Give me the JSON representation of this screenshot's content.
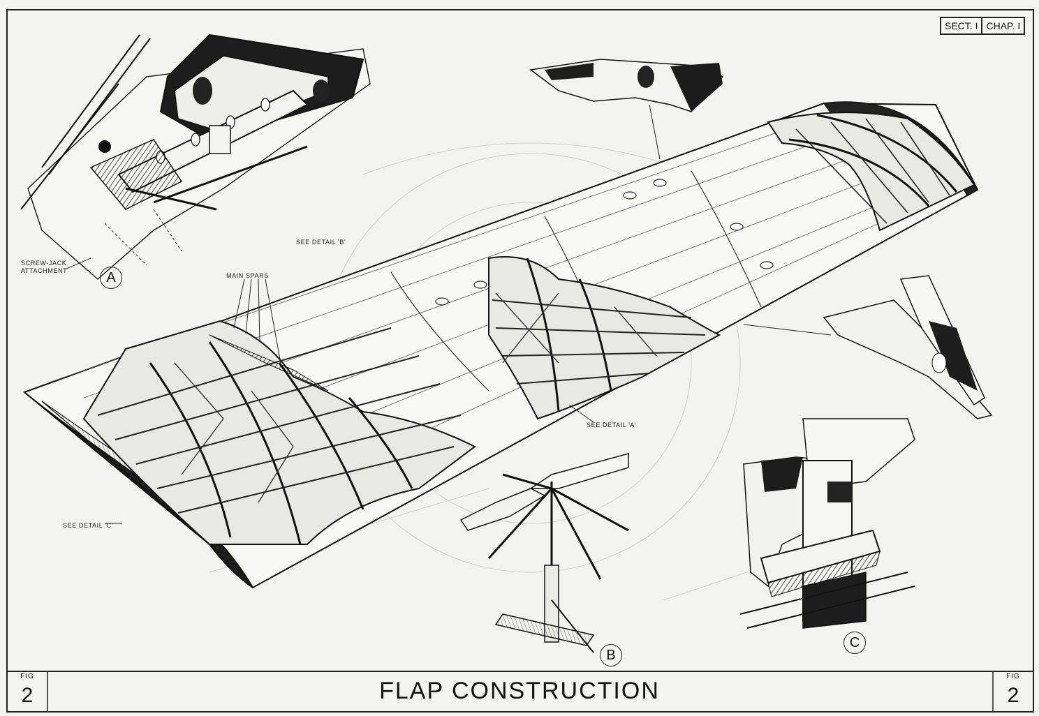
{
  "header": {
    "section": "SECT. I",
    "chapter": "CHAP. I"
  },
  "labels": {
    "screw_jack": "SCREW-JACK ATTACHMENT",
    "see_detail_b": "SEE DETAIL 'B'",
    "main_spars": "MAIN SPARS",
    "see_detail_a": "SEE DETAIL 'A'",
    "see_detail_c": "SEE DETAIL 'C'"
  },
  "callouts": {
    "a": "A",
    "b": "B",
    "c": "C"
  },
  "footer": {
    "fig_word": "FIG",
    "fig_number": "2",
    "title": "FLAP CONSTRUCTION"
  },
  "colors": {
    "ink": "#111111",
    "paper": "#f3f3f0"
  }
}
